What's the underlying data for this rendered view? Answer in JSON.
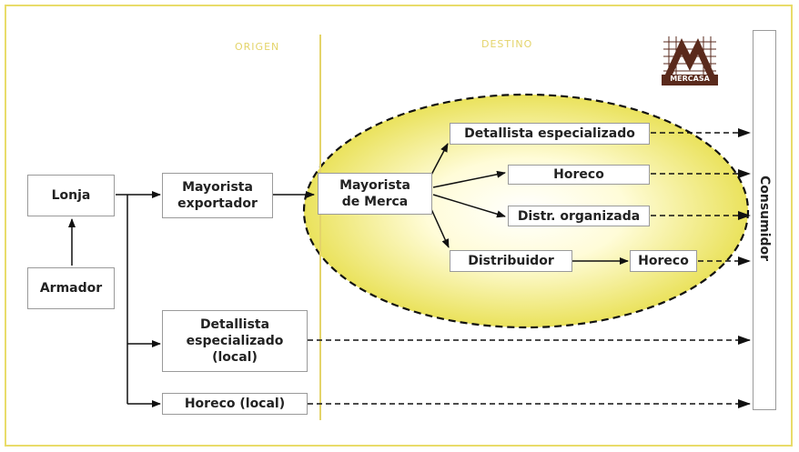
{
  "headers": {
    "origin": "ORIGEN",
    "destination": "DESTINO"
  },
  "nodes": {
    "lonja": "Lonja",
    "armador": "Armador",
    "mayorista_exportador": "Mayorista exportador",
    "mayorista_merca": "Mayorista de Merca",
    "detallista_especializado": "Detallista especializado",
    "horeco": "Horeco",
    "distr_organizada": "Distr. organizada",
    "distribuidor": "Distribuidor",
    "horeco_2": "Horeco",
    "detallista_local": "Detallista especializado (local)",
    "horeco_local": "Horeco (local)",
    "consumidor": "Consumidor"
  },
  "logo": {
    "text": "MERCASA"
  },
  "colors": {
    "frame": "#e9dc6a",
    "header": "#e4d46a",
    "ellipse_center": "#fffde8",
    "ellipse_edge": "#e8e05a",
    "logo": "#5a2a1c"
  }
}
